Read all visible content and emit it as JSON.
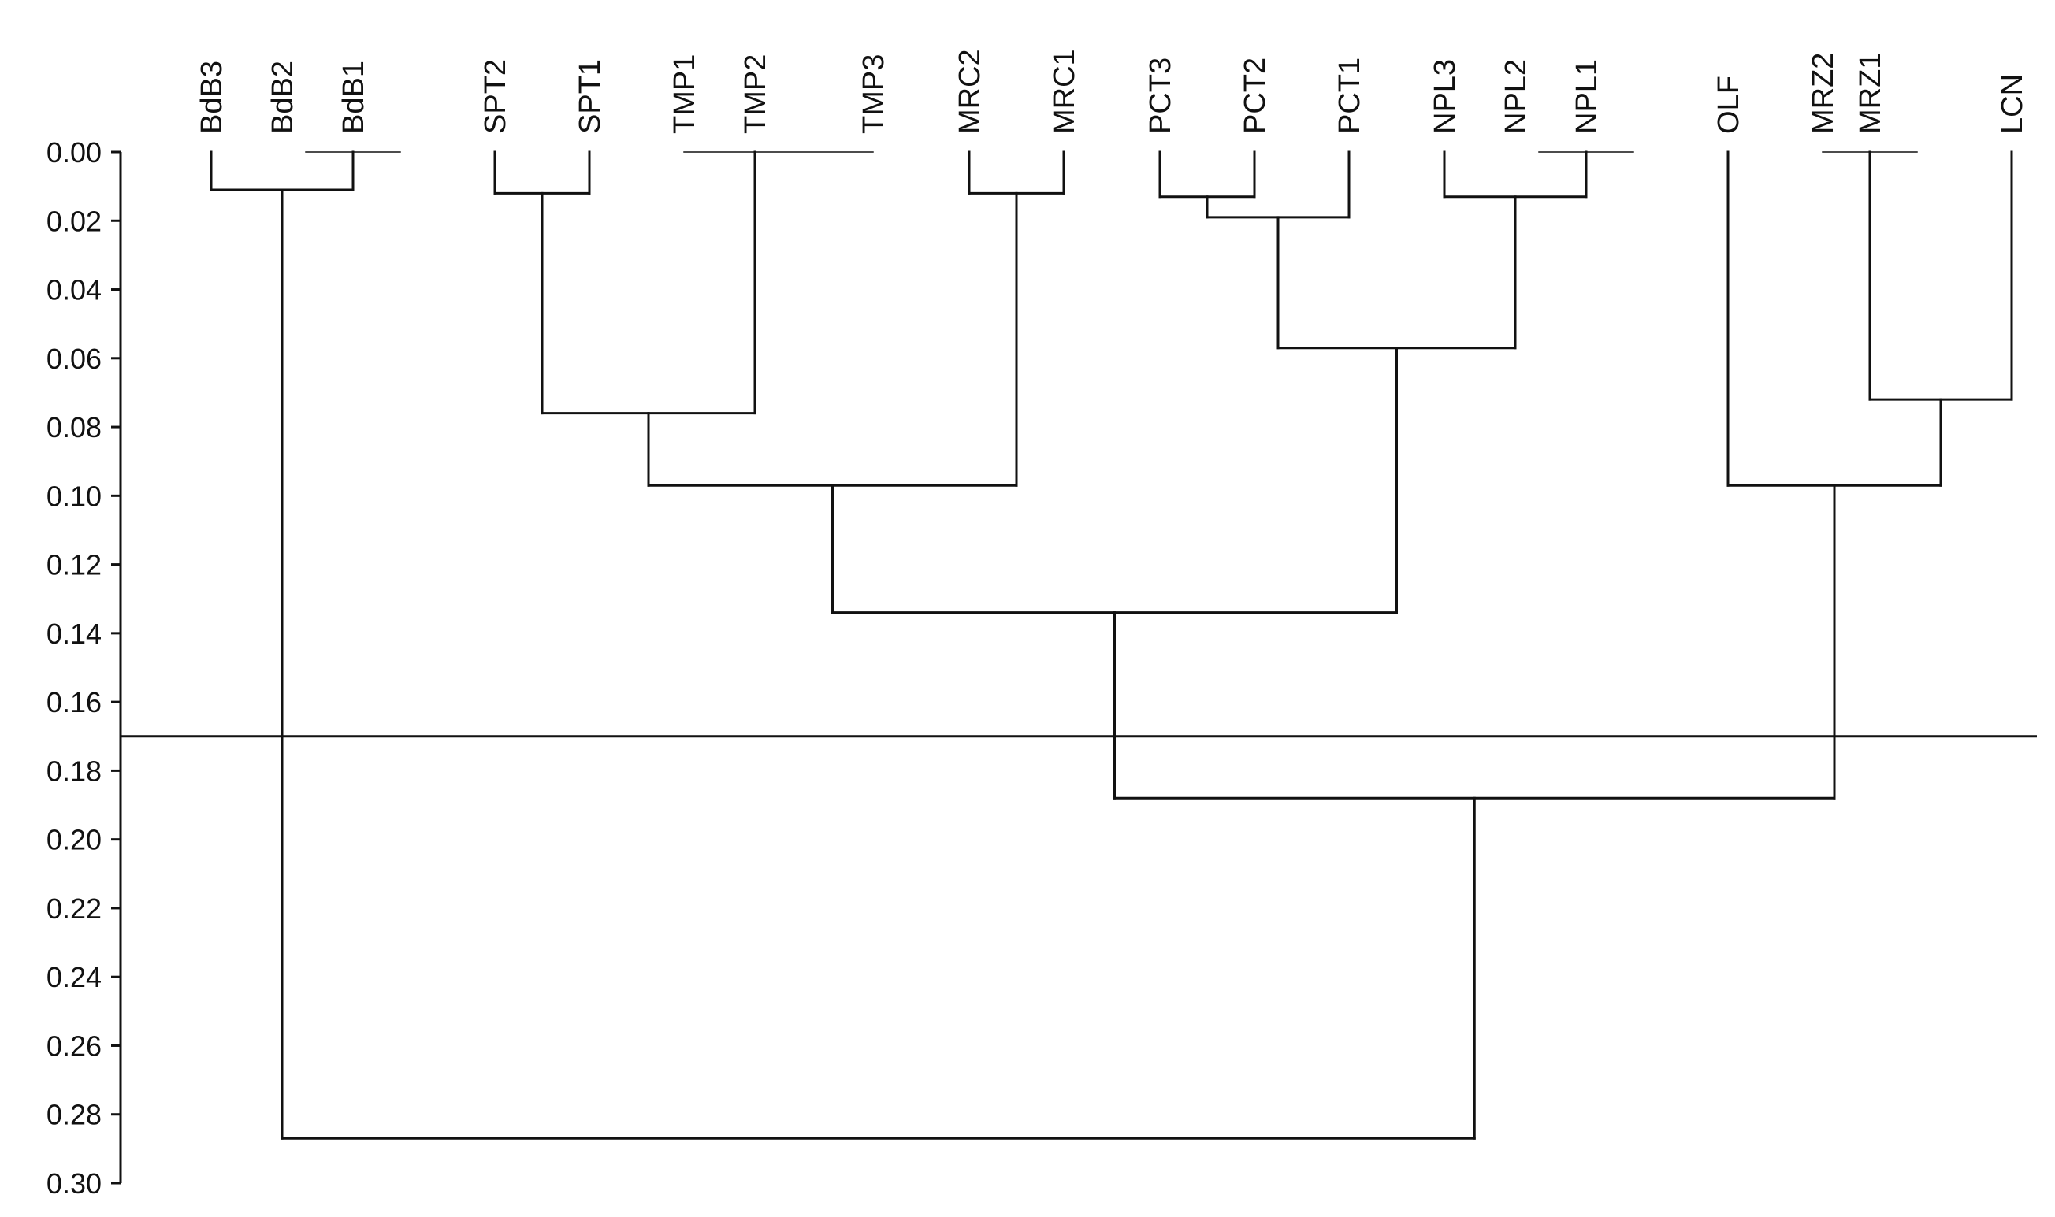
{
  "y_axis": {
    "min": 0.0,
    "max": 0.3,
    "ticks": [
      "0.00",
      "0.02",
      "0.04",
      "0.06",
      "0.08",
      "0.10",
      "0.12",
      "0.14",
      "0.16",
      "0.18",
      "0.20",
      "0.22",
      "0.24",
      "0.26",
      "0.28",
      "0.30"
    ]
  },
  "cut_line": 0.17,
  "leaves": [
    "BdB3",
    "BdB2",
    "BdB1",
    "SPT2",
    "SPT1",
    "TMP1",
    "TMP2",
    "TMP3",
    "MRC2",
    "MRC1",
    "PCT3",
    "PCT2",
    "PCT1",
    "NPL3",
    "NPL2",
    "NPL1",
    "OLF",
    "MRZ2",
    "MRZ1",
    "LCN"
  ],
  "merges": [
    {
      "children": [
        "BdB2",
        "BdB1"
      ],
      "height": 0.0
    },
    {
      "children": [
        "BdB3",
        "BdB2+BdB1"
      ],
      "height": 0.011
    },
    {
      "children": [
        "SPT2",
        "SPT1"
      ],
      "height": 0.012
    },
    {
      "children": [
        "TMP2",
        "TMP3"
      ],
      "height": 0.0
    },
    {
      "children": [
        "TMP1",
        "TMP2+TMP3"
      ],
      "height": 0.0
    },
    {
      "children": [
        "SPT",
        "TMP"
      ],
      "height": 0.076
    },
    {
      "children": [
        "MRC2",
        "MRC1"
      ],
      "height": 0.012
    },
    {
      "children": [
        "SPT+TMP",
        "MRC"
      ],
      "height": 0.097
    },
    {
      "children": [
        "PCT3",
        "PCT2"
      ],
      "height": 0.013
    },
    {
      "children": [
        "PCT3+PCT2",
        "PCT1"
      ],
      "height": 0.019
    },
    {
      "children": [
        "NPL2",
        "NPL1"
      ],
      "height": 0.0
    },
    {
      "children": [
        "NPL3",
        "NPL2+NPL1"
      ],
      "height": 0.013
    },
    {
      "children": [
        "PCT",
        "NPL"
      ],
      "height": 0.057
    },
    {
      "children": [
        "SPT+TMP+MRC",
        "PCT+NPL"
      ],
      "height": 0.134
    },
    {
      "children": [
        "MRZ2",
        "MRZ1"
      ],
      "height": 0.0
    },
    {
      "children": [
        "MRZ",
        "LCN"
      ],
      "height": 0.072
    },
    {
      "children": [
        "OLF",
        "MRZ+LCN"
      ],
      "height": 0.097
    },
    {
      "children": [
        "SPT..NPL",
        "OLF+MRZ+LCN"
      ],
      "height": 0.188
    },
    {
      "children": [
        "BdB",
        "rest"
      ],
      "height": 0.287
    }
  ]
}
